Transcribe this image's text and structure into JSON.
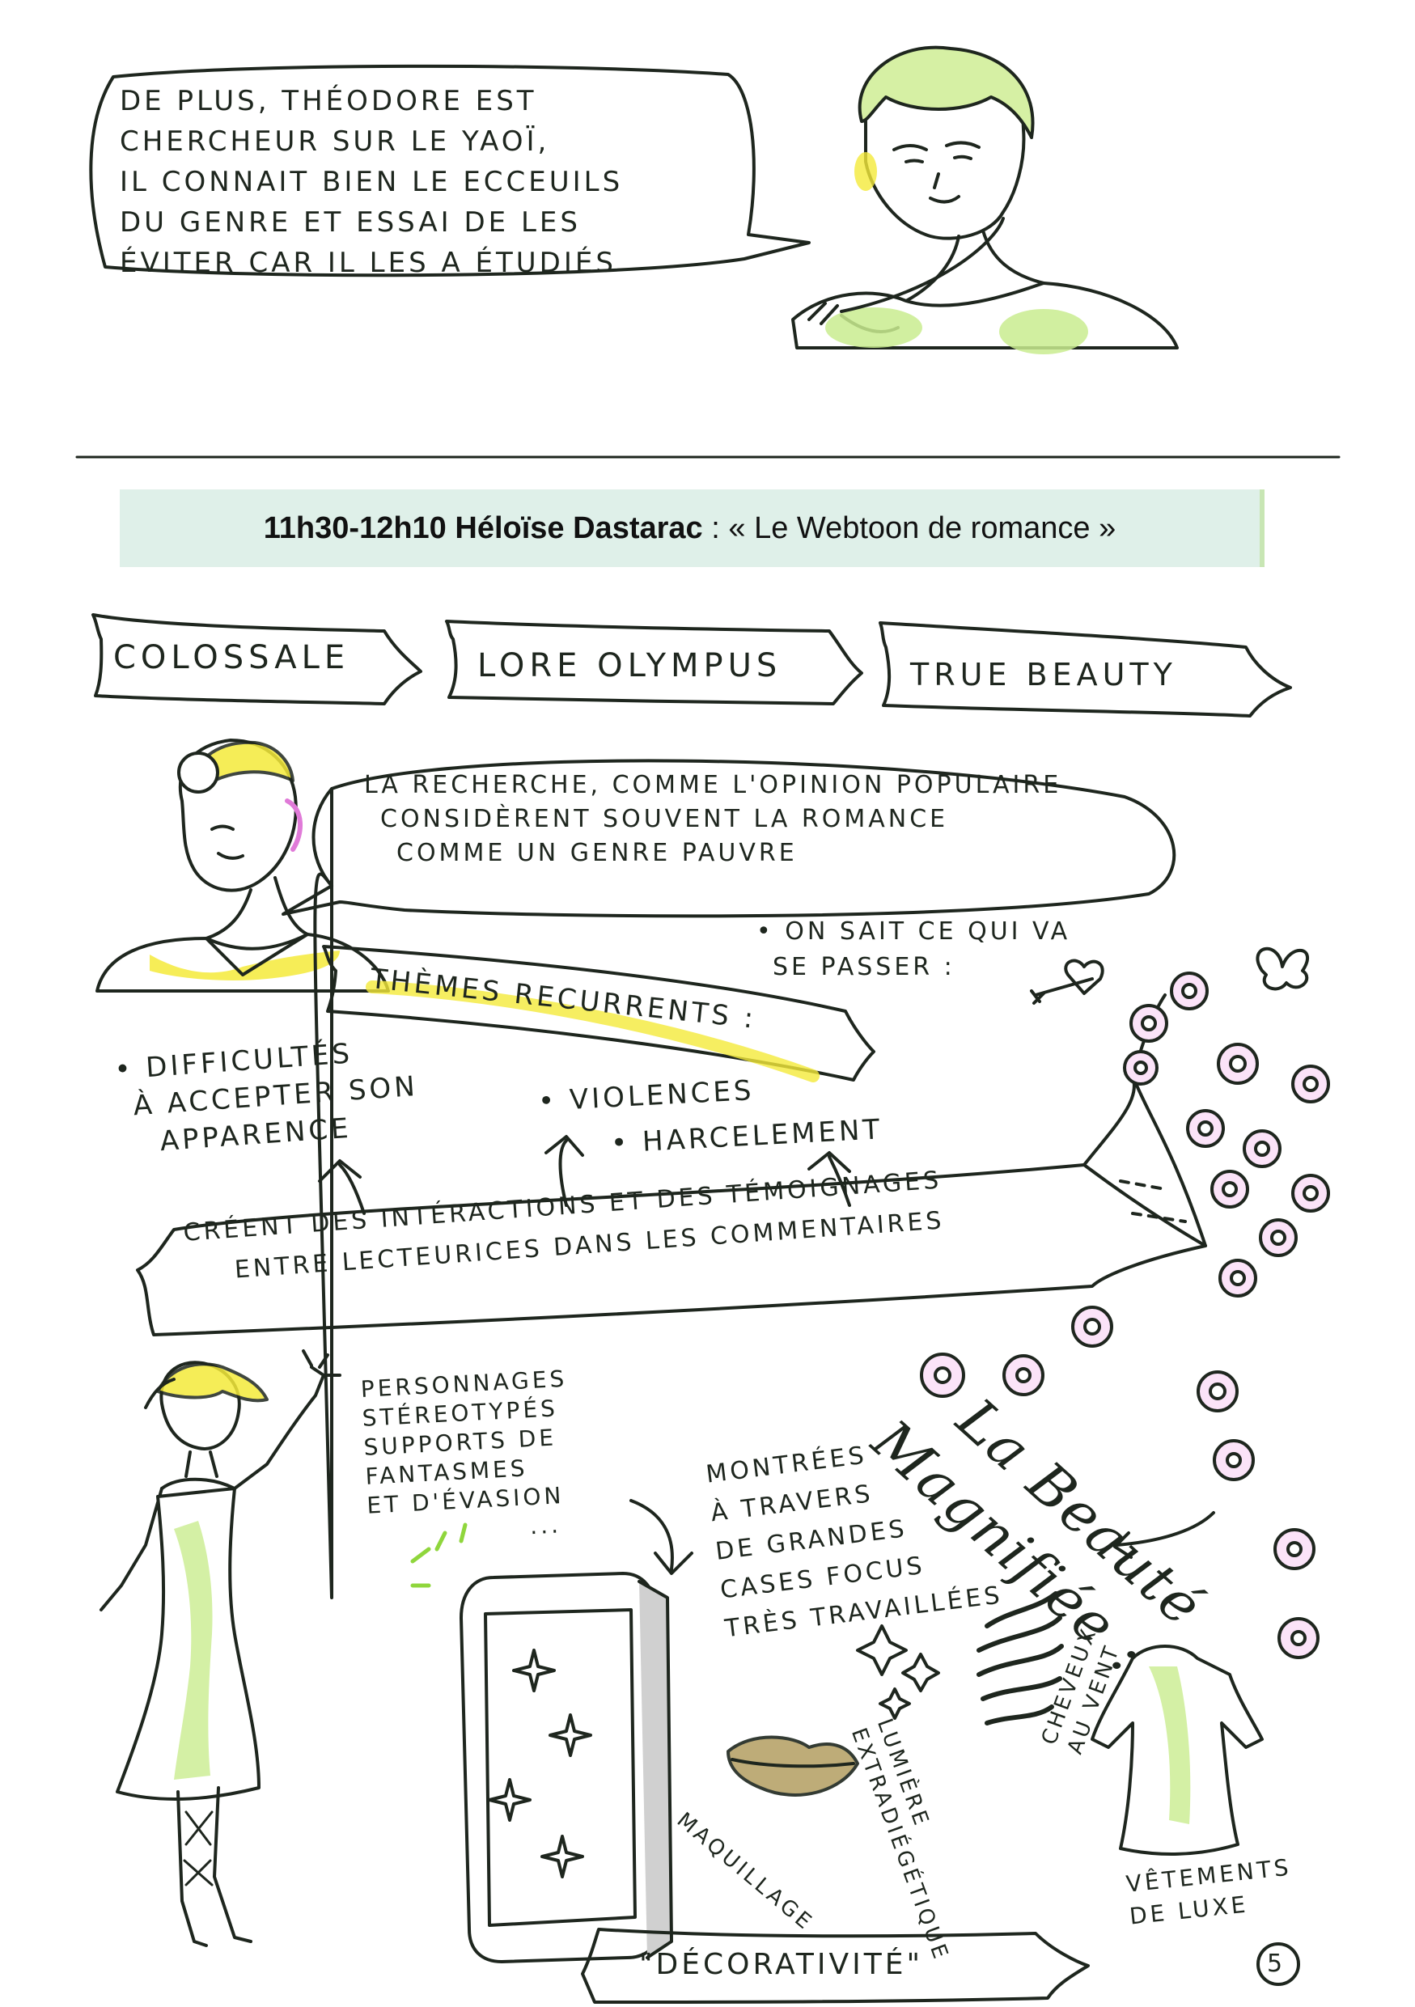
{
  "speech_top": {
    "lines": [
      "DE PLUS, THÉODORE EST",
      "CHERCHEUR SUR LE YAOÏ,",
      "IL CONNAIT BIEN LE ECCEUILS",
      "DU GENRE ET ESSAI DE LES",
      "ÉVITER CAR IL LES A ÉTUDIÉS"
    ]
  },
  "session": {
    "time": "11h30-12h10",
    "speaker": "Héloïse Dastarac",
    "separator": " : ",
    "title": "« Le Webtoon de romance »"
  },
  "banners": [
    "COLOSSALE",
    "LORE OLYMPUS",
    "TRUE BEAUTY"
  ],
  "speech_mid": {
    "lines": [
      "LA RECHERCHE, COMME L'OPINION POPULAIRE",
      "CONSIDÈRENT SOUVENT LA ROMANCE",
      "COMME UN GENRE PAUVRE"
    ]
  },
  "note_predictable": [
    "• ON SAIT CE QUI VA",
    "SE PASSER :"
  ],
  "themes_label": "THÈMES RECURRENTS :",
  "theme_items": {
    "appearance": [
      "• DIFFICULTÉS",
      "À ACCEPTER SON",
      "APPARENCE"
    ],
    "violence": "• VIOLENCES",
    "harassment": "• HARCELEMENT"
  },
  "interactions_banner": [
    "CRÉENT DES INTÉRACTIONS ET DES TÉMOIGNAGES",
    "ENTRE LECTEURICES DANS LES COMMENTAIRES"
  ],
  "characters_note": [
    "PERSONNAGES",
    "STÉREOTYPÉS",
    "SUPPORTS DE",
    "FANTASMES",
    "ET D'ÉVASION",
    "..."
  ],
  "panels_note": [
    "MONTRÉES",
    "À TRAVERS",
    "DE GRANDES",
    "CASES FOCUS",
    "TRÈS TRAVAILLÉES"
  ],
  "beauty_title": [
    "La Beauté",
    "Magnifiée :"
  ],
  "beauty_items": {
    "makeup": "MAQUILLAGE",
    "light": [
      "LUMIÈRE",
      "EXTRADIÉGÉTIQUE"
    ],
    "hair": [
      "CHEVEUX",
      "AU VENT"
    ],
    "clothes": [
      "VÊTEMENTS",
      "DE LUXE"
    ]
  },
  "decorativity": "\"DÉCORATIVITÉ\"",
  "page_number": "5",
  "colors": {
    "ink": "#1e261e",
    "green_wash": "#c9ec8f",
    "yellow_highlight": "#f4ea3a",
    "pink": "#e07ad8",
    "session_bg": "#dff0e9"
  }
}
